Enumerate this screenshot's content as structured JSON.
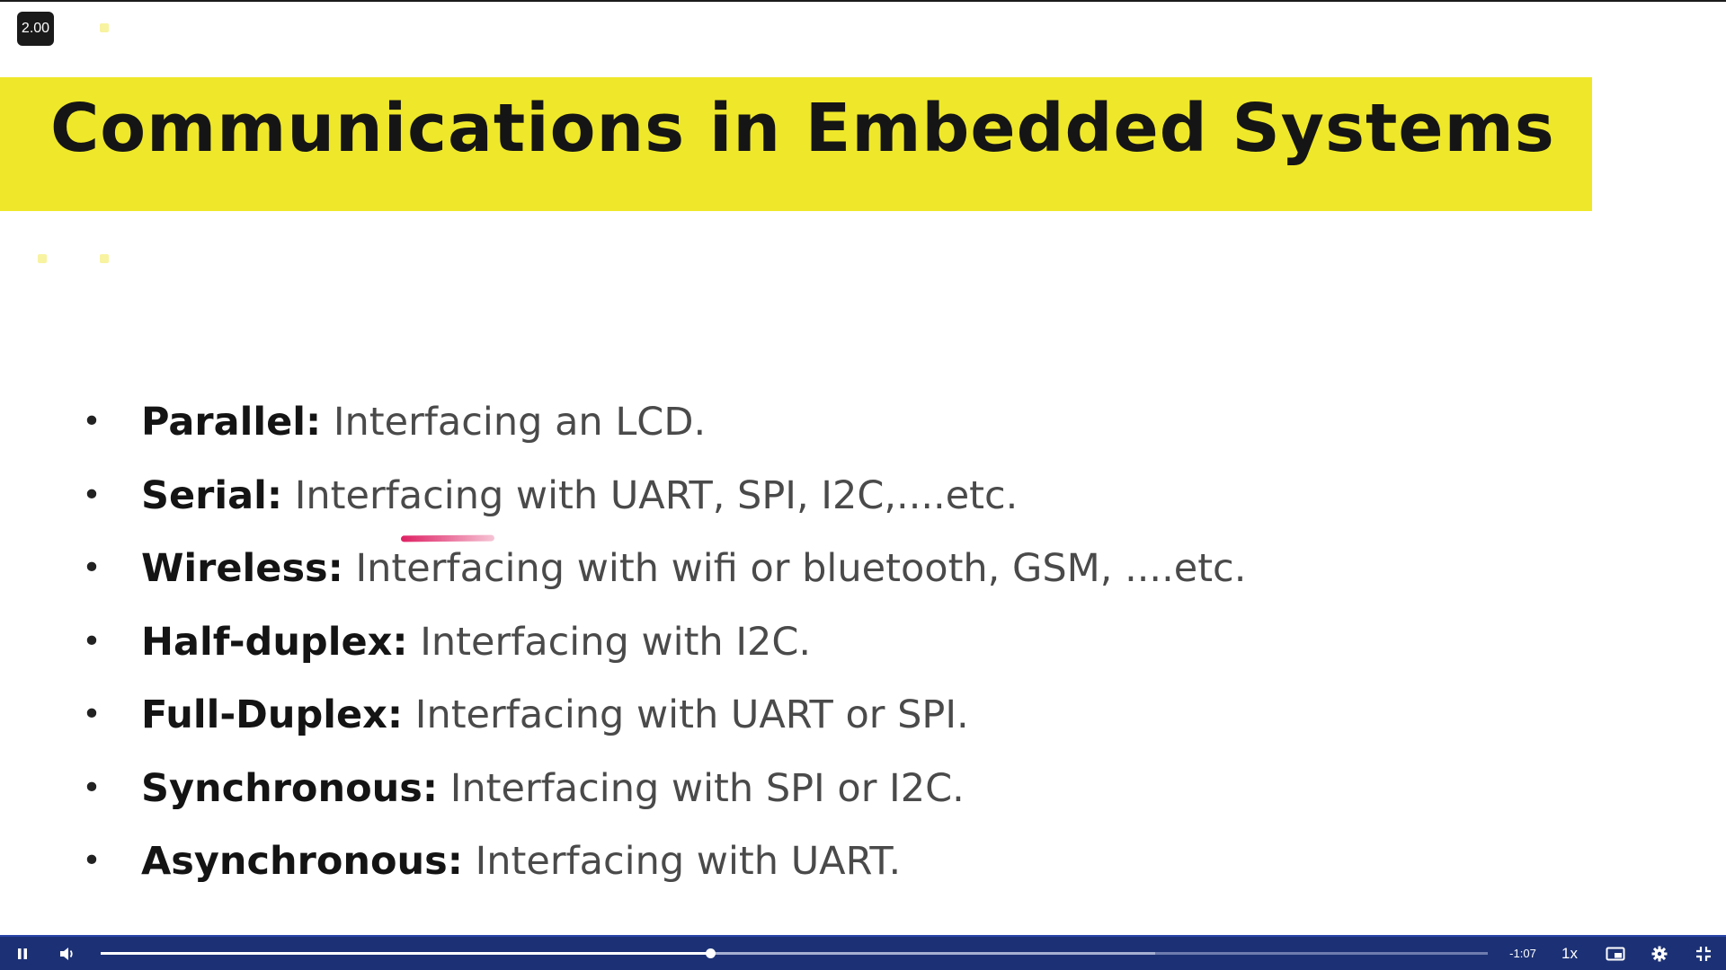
{
  "overlay": {
    "speed_badge": "2.00"
  },
  "slide": {
    "title": "Communications in Embedded Systems",
    "title_band_color": "#efe82a",
    "bullets": [
      {
        "term": "Parallel:",
        "text": " Interfacing an LCD."
      },
      {
        "term": "Serial:",
        "text": " Interfacing with UART, SPI, I2C,....etc."
      },
      {
        "term": "Wireless:",
        "text": " Interfacing with wifi or bluetooth, GSM, ....etc."
      },
      {
        "term": "Half-duplex:",
        "text": " Interfacing with I2C."
      },
      {
        "term": "Full-Duplex:",
        "text": " Interfacing with UART or SPI."
      },
      {
        "term": "Synchronous:",
        "text": " Interfacing with SPI or I2C."
      },
      {
        "term": "Asynchronous:",
        "text": " Interfacing with UART."
      }
    ],
    "annotation_color": "#dc145a"
  },
  "player": {
    "bar_color": "#1c3175",
    "progress_fraction": 0.4395,
    "buffered_fraction": 0.76,
    "time_remaining": "-1:07",
    "playback_rate": "1x",
    "icons": {
      "play_pause": "pause-icon",
      "volume": "volume-icon",
      "pip": "picture-in-picture-icon",
      "settings": "gear-icon",
      "fullscreen": "exit-fullscreen-icon"
    }
  }
}
